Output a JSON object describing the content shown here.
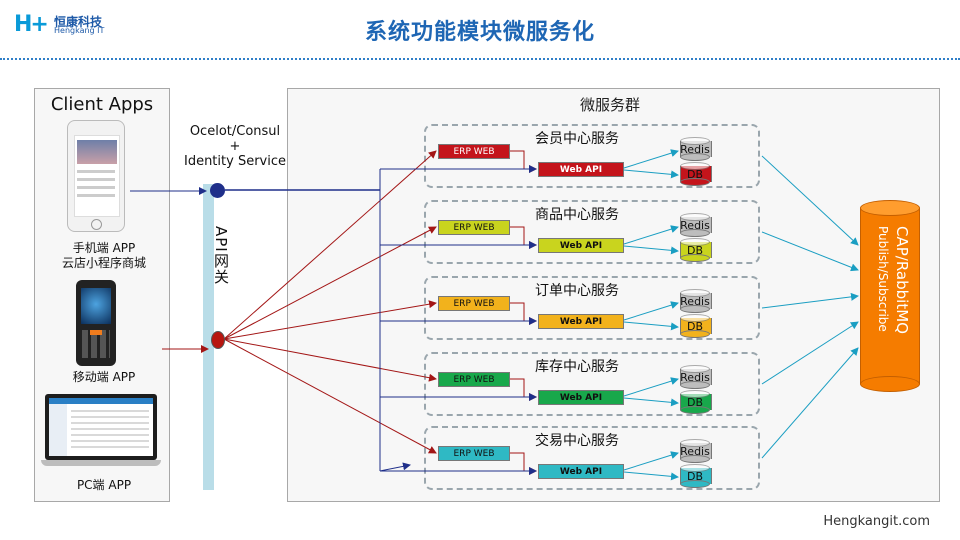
{
  "logo": {
    "mark": "H+",
    "brand_cn": "恒康科技",
    "brand_en": "Hengkang IT"
  },
  "title": "系统功能模块微服务化",
  "client": {
    "heading": "Client Apps",
    "items": [
      {
        "label_line1": "手机端 APP",
        "label_line2": "云店小程序商城"
      },
      {
        "label_line1": "移动端 APP",
        "label_line2": ""
      },
      {
        "label_line1": "PC端 APP",
        "label_line2": ""
      }
    ]
  },
  "gateway": {
    "label_line1": "Ocelot/Consul",
    "label_line2": "+",
    "label_line3": "Identity Service",
    "bar_label": "API网关"
  },
  "cluster": {
    "heading": "微服务群",
    "services": [
      {
        "name": "会员中心服务",
        "web": "ERP WEB",
        "api": "Web API",
        "redis": "Redis",
        "db": "DB",
        "color": "#c4141b",
        "text_color": "#ffffff"
      },
      {
        "name": "商品中心服务",
        "web": "ERP WEB",
        "api": "Web API",
        "redis": "Redis",
        "db": "DB",
        "color": "#c9d41e",
        "text_color": "#111111"
      },
      {
        "name": "订单中心服务",
        "web": "ERP WEB",
        "api": "Web API",
        "redis": "Redis",
        "db": "DB",
        "color": "#f2b21c",
        "text_color": "#111111"
      },
      {
        "name": "库存中心服务",
        "web": "ERP WEB",
        "api": "Web API",
        "redis": "Redis",
        "db": "DB",
        "color": "#18a84b",
        "text_color": "#111111"
      },
      {
        "name": "交易中心服务",
        "web": "ERP WEB",
        "api": "Web API",
        "redis": "Redis",
        "db": "DB",
        "color": "#2fb9c4",
        "text_color": "#111111"
      }
    ]
  },
  "bus": {
    "line1": "CAP/RabbitMQ",
    "line2": "Publish/Subscribe",
    "color": "#f57c00"
  },
  "footer": "Hengkangit.com"
}
